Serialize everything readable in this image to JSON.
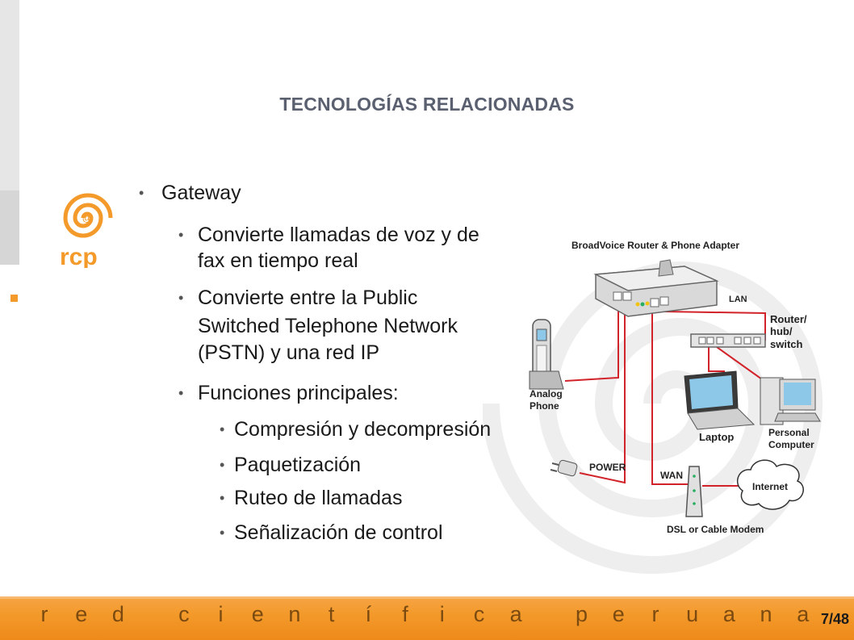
{
  "slide": {
    "title": "TECNOLOGÍAS RELACIONADAS",
    "page_number": "7/48",
    "logo_text": "rcp"
  },
  "bullets": [
    {
      "level": 1,
      "text": "Gateway"
    },
    {
      "level": 2,
      "text": "Convierte llamadas de voz y de"
    },
    {
      "level": 2,
      "text": "fax en tiempo real",
      "continuation": true
    },
    {
      "level": 2,
      "text": "Convierte entre la Public"
    },
    {
      "level": 2,
      "text": "Switched Telephone Network",
      "continuation": true
    },
    {
      "level": 2,
      "text": "(PSTN) y una red IP",
      "continuation": true
    },
    {
      "level": 2,
      "text": "Funciones principales:"
    },
    {
      "level": 3,
      "text": "Compresión y decompresión"
    },
    {
      "level": 3,
      "text": "Paquetización"
    },
    {
      "level": 3,
      "text": "Ruteo de llamadas"
    },
    {
      "level": 3,
      "text": "Señalización de control"
    }
  ],
  "diagram": {
    "router_label": "BroadVoice Router & Phone Adapter",
    "lan_label": "LAN",
    "switch_label_1": "Router/",
    "switch_label_2": "hub/",
    "switch_label_3": "switch",
    "phone_label_1": "Analog",
    "phone_label_2": "Phone",
    "laptop_label": "Laptop",
    "pc_label_1": "Personal",
    "pc_label_2": "Computer",
    "power_label": "POWER",
    "wan_label": "WAN",
    "internet_label": "Internet",
    "modem_label": "DSL or Cable Modem"
  },
  "footer": {
    "letters": [
      "r",
      "e",
      "d",
      "c",
      "i",
      "e",
      "n",
      "t",
      "í",
      "f",
      "i",
      "c",
      "a",
      "p",
      "e",
      "r",
      "u",
      "a",
      "n",
      "a"
    ]
  },
  "colors": {
    "accent": "#f39a2b",
    "title": "#5a6070",
    "cable": "#d2232a"
  }
}
